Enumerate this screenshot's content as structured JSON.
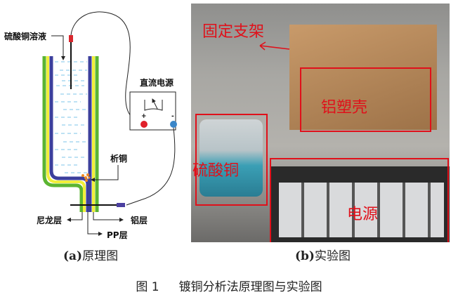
{
  "diagram": {
    "labels": {
      "solution": "硫酸铜溶液",
      "power_supply": "直流电源",
      "plus": "+",
      "minus": "-",
      "copper_deposit": "析铜",
      "nylon_layer": "尼龙层",
      "pp_layer": "PP层",
      "aluminum_layer": "铝层"
    },
    "subcaption_tag": "(a)",
    "subcaption": "原理图",
    "colors": {
      "nylon": "#5bb531",
      "pp": "#f2ef3a",
      "aluminum": "#3c3f9c",
      "solution": "#7cc6e8"
    }
  },
  "photo": {
    "labels": {
      "bracket": "固定支架",
      "shell": "铝塑壳",
      "cuso4": "硫酸铜",
      "power": "电源"
    },
    "subcaption_tag": "(b)",
    "subcaption": "实验图",
    "annotation_color": "#e0101a"
  },
  "caption": {
    "number": "图 1",
    "text": "镀铜分析法原理图与实验图"
  }
}
